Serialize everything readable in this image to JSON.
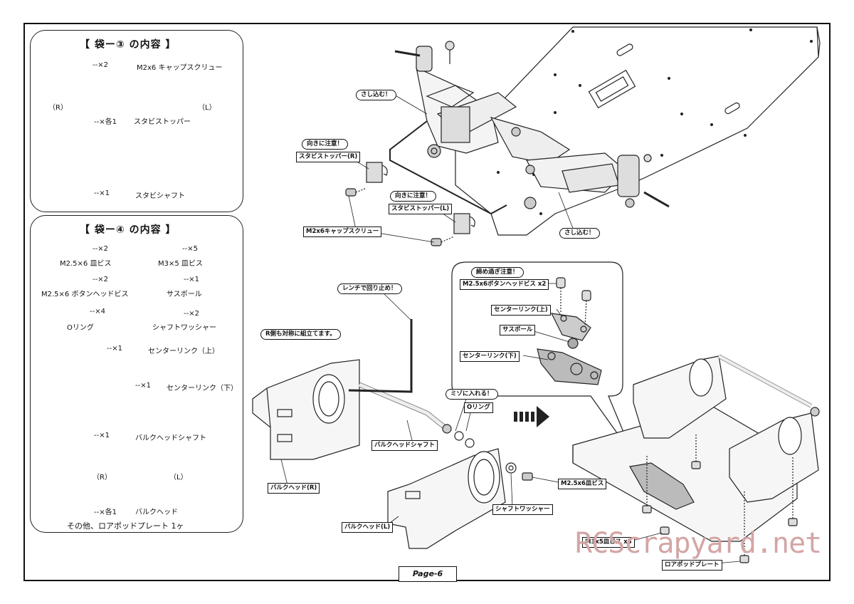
{
  "page_label": "Page-6",
  "watermark": "RCScrapyard.net",
  "bag3": {
    "title": "【 袋ー③ の内容 】",
    "items": [
      {
        "qty": "--×2",
        "name": "M2x6 キャップスクリュー",
        "icon": "cap-screw"
      },
      {
        "qty": "--×各1",
        "name": "スタビストッパー",
        "icon": "stabilizer-stopper",
        "left_tag": "（R）",
        "right_tag": "（L）"
      },
      {
        "qty": "--×1",
        "name": "スタビシャフト",
        "icon": "stabilizer-shaft"
      }
    ]
  },
  "bag4": {
    "title": "【 袋ー④ の内容 】",
    "items": [
      {
        "qty": "--×2",
        "name": "M2.5×6 皿ビス",
        "icon": "flat-screw"
      },
      {
        "qty": "--×5",
        "name": "M3×5 皿ビス",
        "icon": "flat-screw"
      },
      {
        "qty": "--×2",
        "name": "M2.5×6 ボタンヘッドビス",
        "icon": "button-head-screw"
      },
      {
        "qty": "--×1",
        "name": "サスボール",
        "icon": "suspension-ball"
      },
      {
        "qty": "--×4",
        "name": "Oリング",
        "icon": "o-ring"
      },
      {
        "qty": "--×2",
        "name": "シャフトワッシャー",
        "icon": "shaft-washer"
      },
      {
        "qty": "--×1",
        "name": "センターリンク（上）",
        "icon": "center-link-upper"
      },
      {
        "qty": "--×1",
        "name": "センターリンク（下）",
        "icon": "center-link-lower"
      },
      {
        "qty": "--×1",
        "name": "バルクヘッドシャフト",
        "icon": "bulkhead-shaft"
      },
      {
        "qty": "--×各1",
        "name": "バルクヘッド",
        "icon": "bulkhead",
        "left_tag": "（R）",
        "right_tag": "（L）"
      }
    ],
    "footer": "その他、ロアポッドプレート 1ヶ"
  },
  "callouts": {
    "insert_top": "さし込む！",
    "insert_bottom": "さし込む！",
    "orientation_1": "向きに注意！",
    "stopper_r": "スタビストッパー(R)",
    "orientation_2": "向きに注意！",
    "stopper_l": "スタビストッパー(L)",
    "cap_screw": "M2x6キャップスクリュー",
    "wrench_stop": "レンチで回り止め！",
    "r_side": "R側も対称に組立てます。",
    "groove": "ミゾに入れる！",
    "o_ring": "Oリング",
    "bulkhead_shaft": "バルクヘッドシャフト",
    "bulkhead_r": "バルクヘッド(R)",
    "bulkhead_l": "バルクヘッド(L)",
    "shaft_washer": "シャフトワッシャー",
    "m25_flat": "M2.5x6皿ビス",
    "overtighten": "締め過ぎ注意！",
    "m25_button": "M2.5x6ボタンヘッドビス x2",
    "center_upper": "センターリンク(上)",
    "sus_ball": "サスボール",
    "center_lower": "センターリンク(下)",
    "m3_flat": "M3x5皿ビス x5",
    "lower_pod": "ロアポッドプレート"
  }
}
